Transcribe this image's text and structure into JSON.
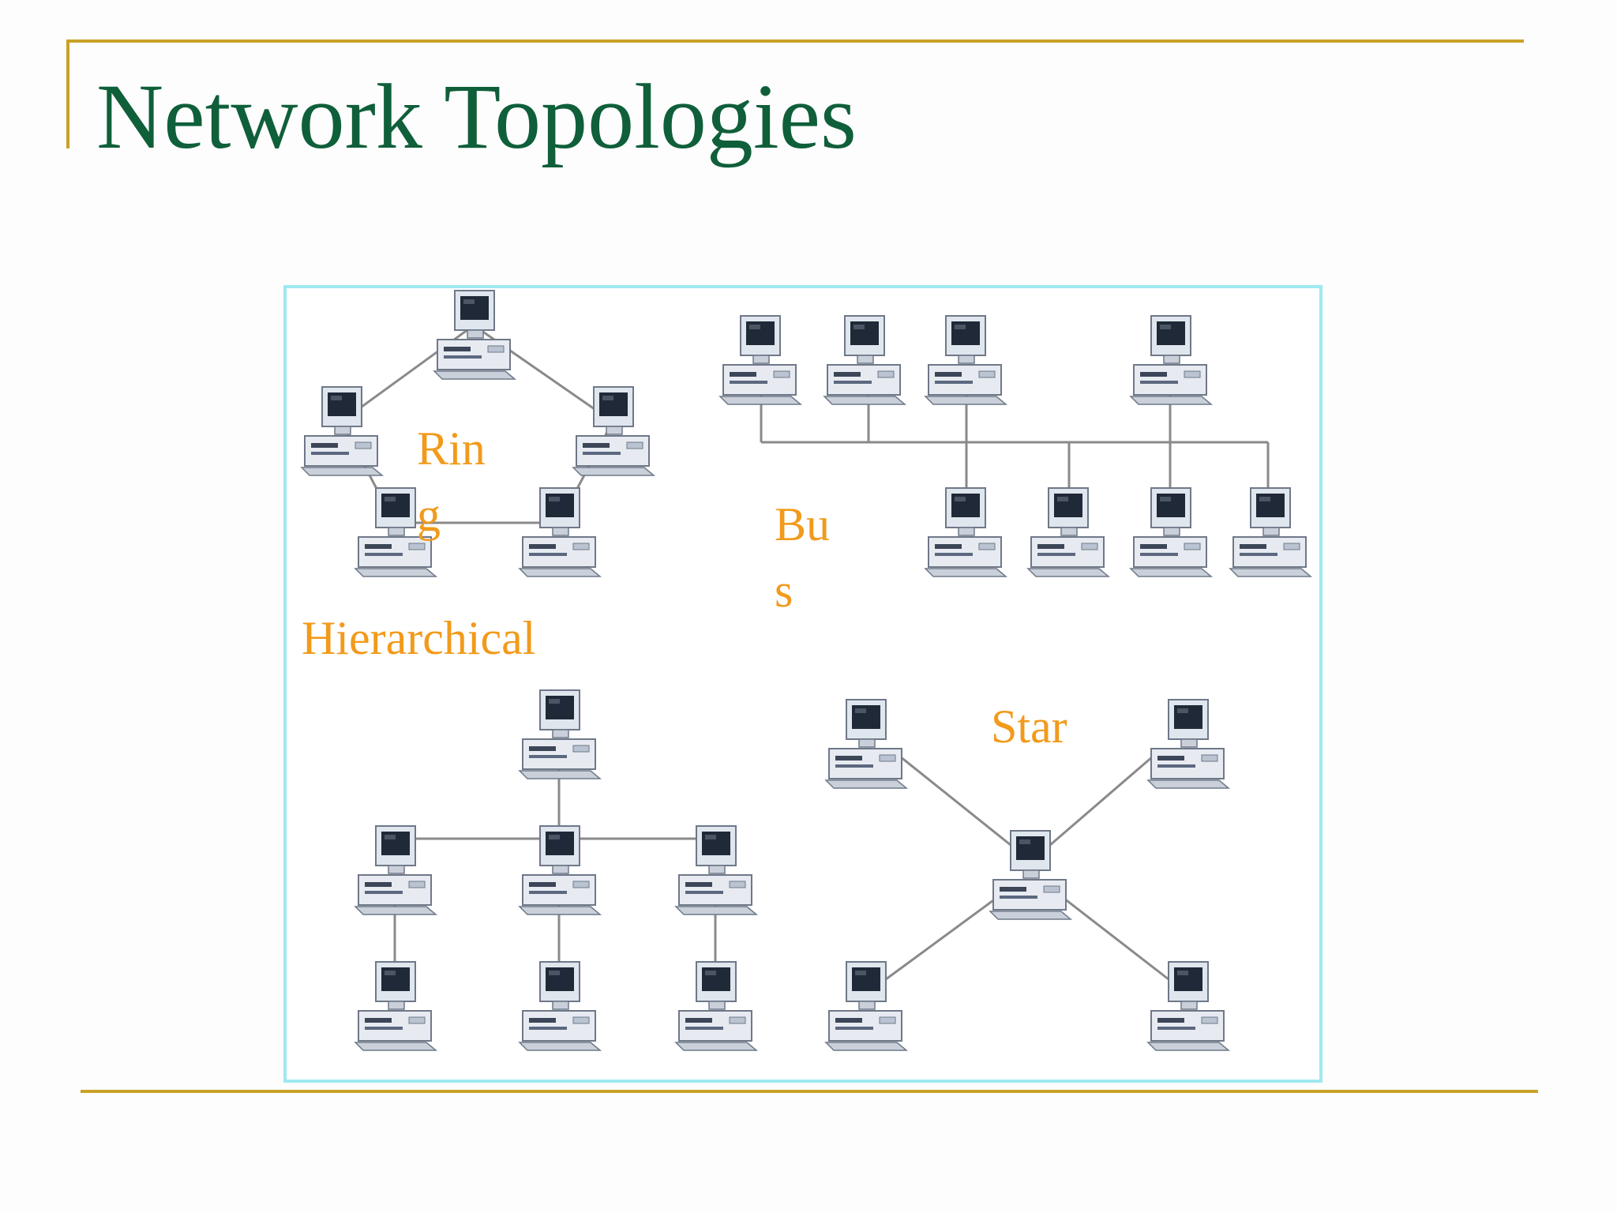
{
  "slide": {
    "title": "Network Topologies"
  },
  "labels": {
    "ring": "Ring",
    "bus": "Bus",
    "hierarchical": "Hierarchical",
    "star": "Star"
  },
  "colors": {
    "title": "#0f5f3a",
    "accent_rule": "#c9a227",
    "frame_border": "#9ee9f0",
    "topology_label": "#f29a1b",
    "link_line": "#8a8a8a"
  },
  "icons": {
    "node": "desktop-computer-icon"
  }
}
